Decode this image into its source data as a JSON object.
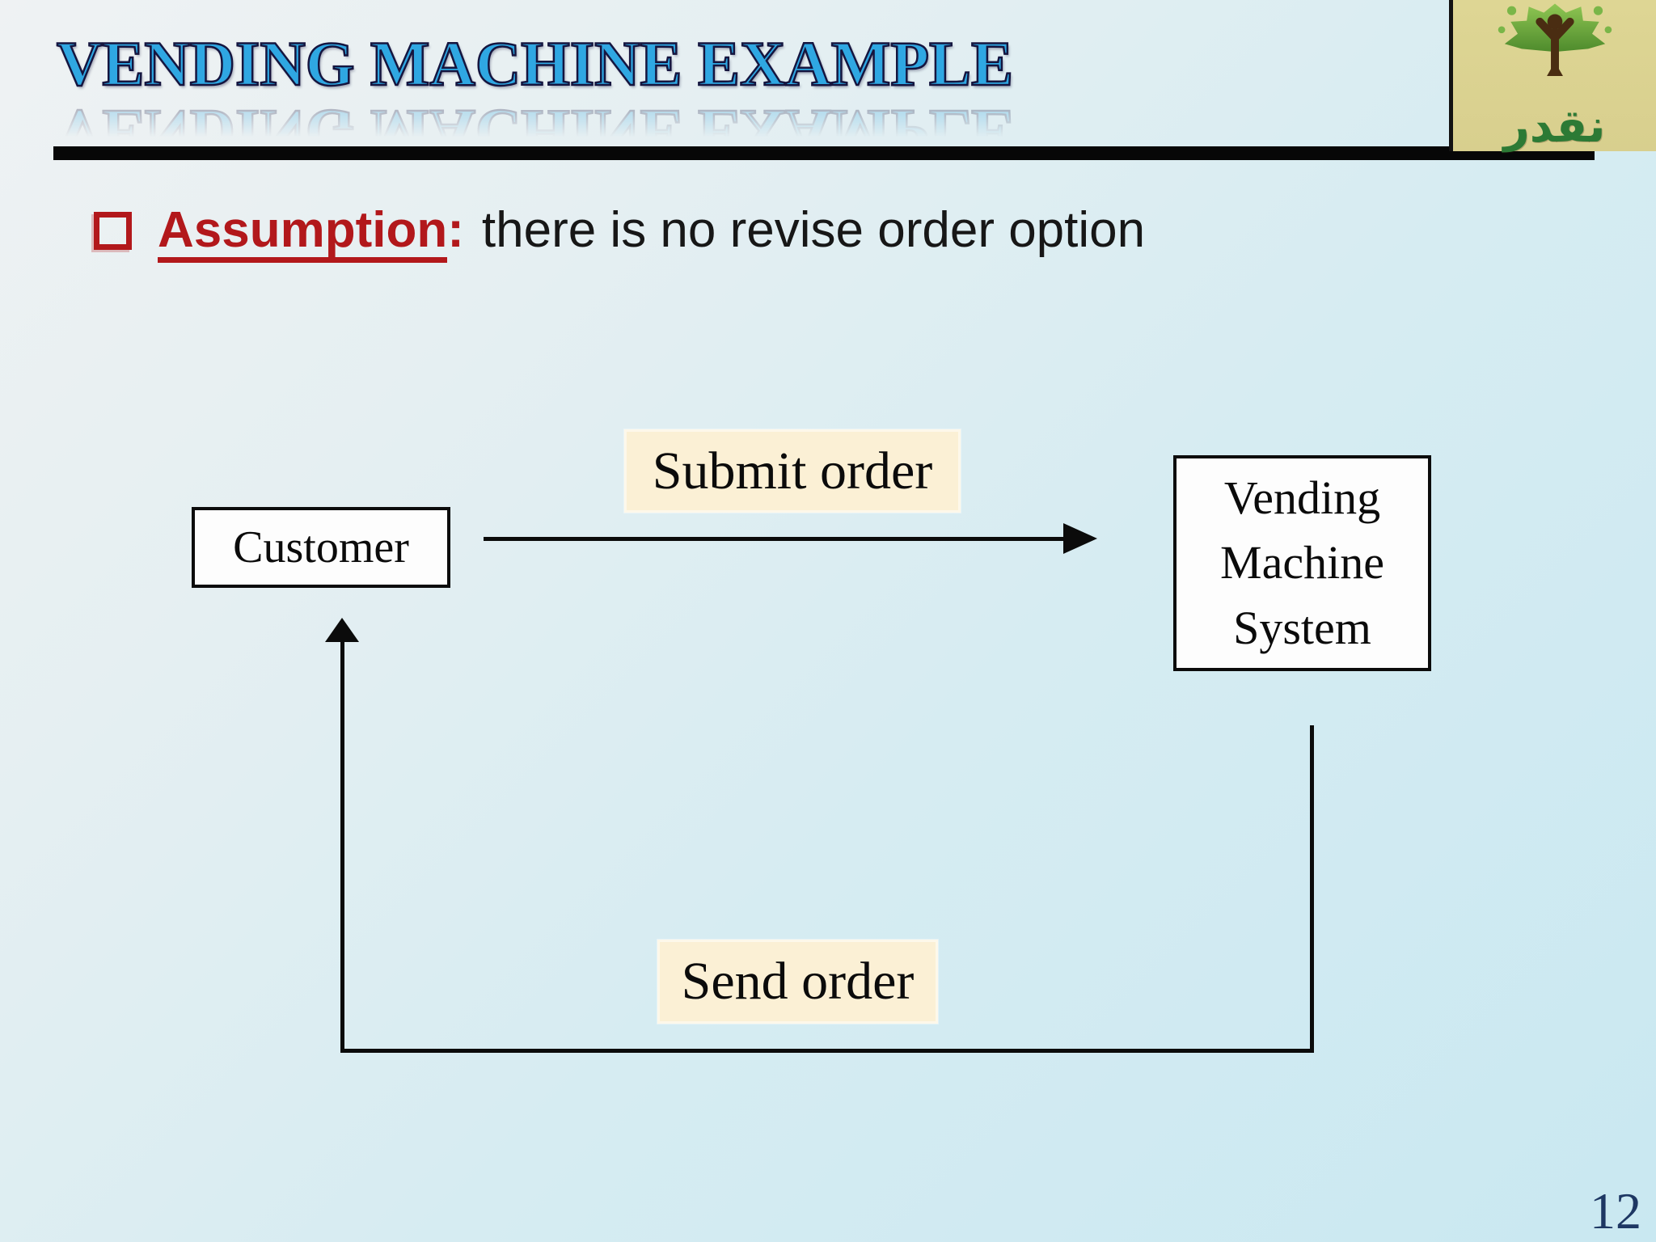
{
  "title": "VENDING MACHINE EXAMPLE",
  "page_number": "12",
  "assumption": {
    "bullet_icon": "square-bullet-icon",
    "term": "Assumption",
    "colon": ":",
    "text": "there is no revise order option"
  },
  "diagram": {
    "customer_label": "Customer",
    "system_label": "Vending Machine System",
    "arrows": [
      {
        "label": "Submit order",
        "direction": "customer-to-system"
      },
      {
        "label": "Send order",
        "direction": "system-to-customer"
      }
    ]
  },
  "logo": {
    "icon": "tree-of-people-icon",
    "arabic_text": "نقدر"
  },
  "colors": {
    "title_blue": "#2fa7e2",
    "title_outline": "#15153f",
    "accent_red": "#b2181b",
    "label_cream": "#fbf0d5",
    "page_number_navy": "#1e3763",
    "logo_tan": "#d8cf8e",
    "logo_green": "#5a9a33",
    "logo_brown": "#4a2d12",
    "line_black": "#0b0b0b"
  }
}
